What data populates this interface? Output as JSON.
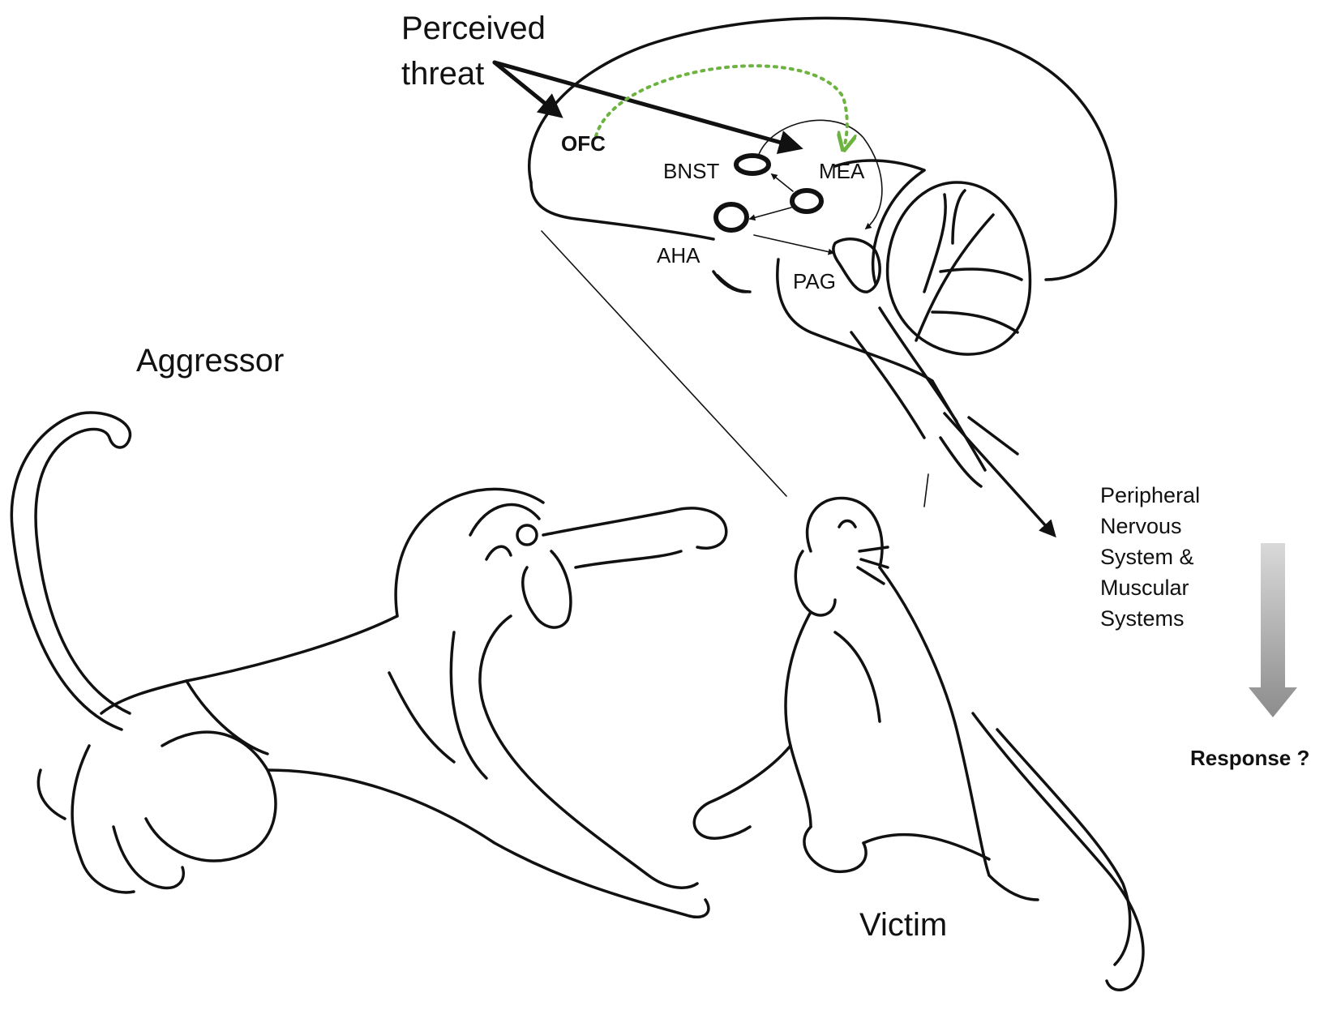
{
  "labels": {
    "perceived_threat_line1": "Perceived",
    "perceived_threat_line2": "threat",
    "ofc": "OFC",
    "bnst": "BNST",
    "mea": "MEA",
    "aha": "AHA",
    "pag": "PAG",
    "aggressor": "Aggressor",
    "victim": "Victim",
    "peripheral_line1": "Peripheral",
    "peripheral_line2": "Nervous",
    "peripheral_line3": "System &",
    "peripheral_line4": "Muscular",
    "peripheral_line5": "Systems",
    "response": "Response ?"
  },
  "colors": {
    "ink": "#111111",
    "feedback_arrow": "#6db33f",
    "response_arrow_top": "#d9d9d9",
    "response_arrow_bottom": "#8c8c8c"
  }
}
